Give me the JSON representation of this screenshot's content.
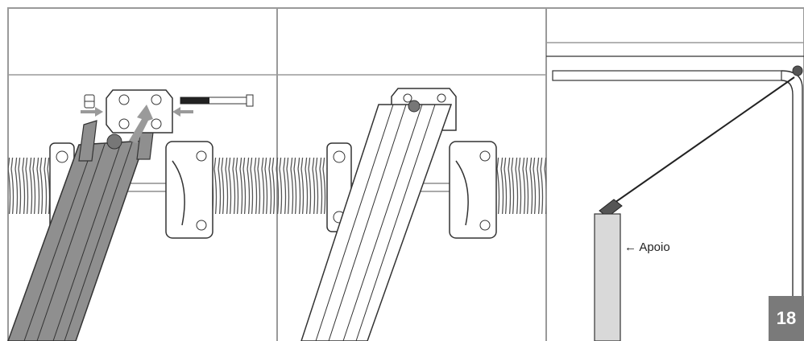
{
  "support_label": "← Apoio",
  "page_number": "18",
  "colors": {
    "frame": "#9a9a9a",
    "rail_fill": "#8f8f8f",
    "spring": "#555555",
    "badge": "#7a7a7a",
    "support_post": "#d9d9d9"
  },
  "panels": [
    {
      "name": "panel-1",
      "description_icons": [
        "nut-icon",
        "bracket-plate-icon",
        "bolt-icon",
        "arrow-icon"
      ]
    },
    {
      "name": "panel-2"
    },
    {
      "name": "panel-3"
    }
  ]
}
